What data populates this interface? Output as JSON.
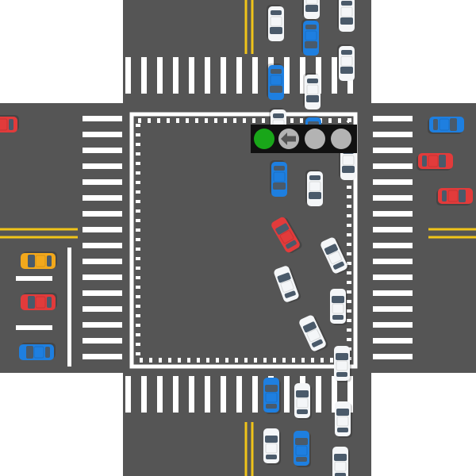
{
  "game": {
    "title": "",
    "colors": {
      "background": "#ffffff",
      "road": "#555555",
      "lane_marking": "#ffffff",
      "center_line": "#f0c419",
      "signal_housing": "#111111",
      "signal_green": "#19a619",
      "signal_off": "#b3b3b3",
      "signal_arrow": "#555555",
      "car_white": "#f4f6f8",
      "car_blue": "#1e7fe0",
      "car_red": "#e23b3b",
      "car_yellow": "#f2a81c",
      "car_window": "#4a5a6a"
    },
    "traffic_light": {
      "lamps": [
        {
          "state": "on",
          "color": "green",
          "icon": "circle"
        },
        {
          "state": "off",
          "color": "gray",
          "icon": "left-arrow-icon"
        },
        {
          "state": "off",
          "color": "gray",
          "icon": "circle"
        },
        {
          "state": "off",
          "color": "gray",
          "icon": "circle"
        }
      ]
    },
    "cars": {
      "north_approach": [
        "white",
        "blue",
        "white",
        "white",
        "blue",
        "white",
        "white",
        "blue",
        "white",
        "white"
      ],
      "in_intersection": [
        "blue",
        "white",
        "red",
        "white",
        "white",
        "white",
        "white",
        "white"
      ],
      "south_approach": [
        "blue",
        "white",
        "white",
        "blue",
        "white",
        "white"
      ],
      "east_approach": [
        "blue",
        "red",
        "red"
      ],
      "west_approach": [
        "red",
        "yellow",
        "red",
        "blue"
      ]
    }
  }
}
